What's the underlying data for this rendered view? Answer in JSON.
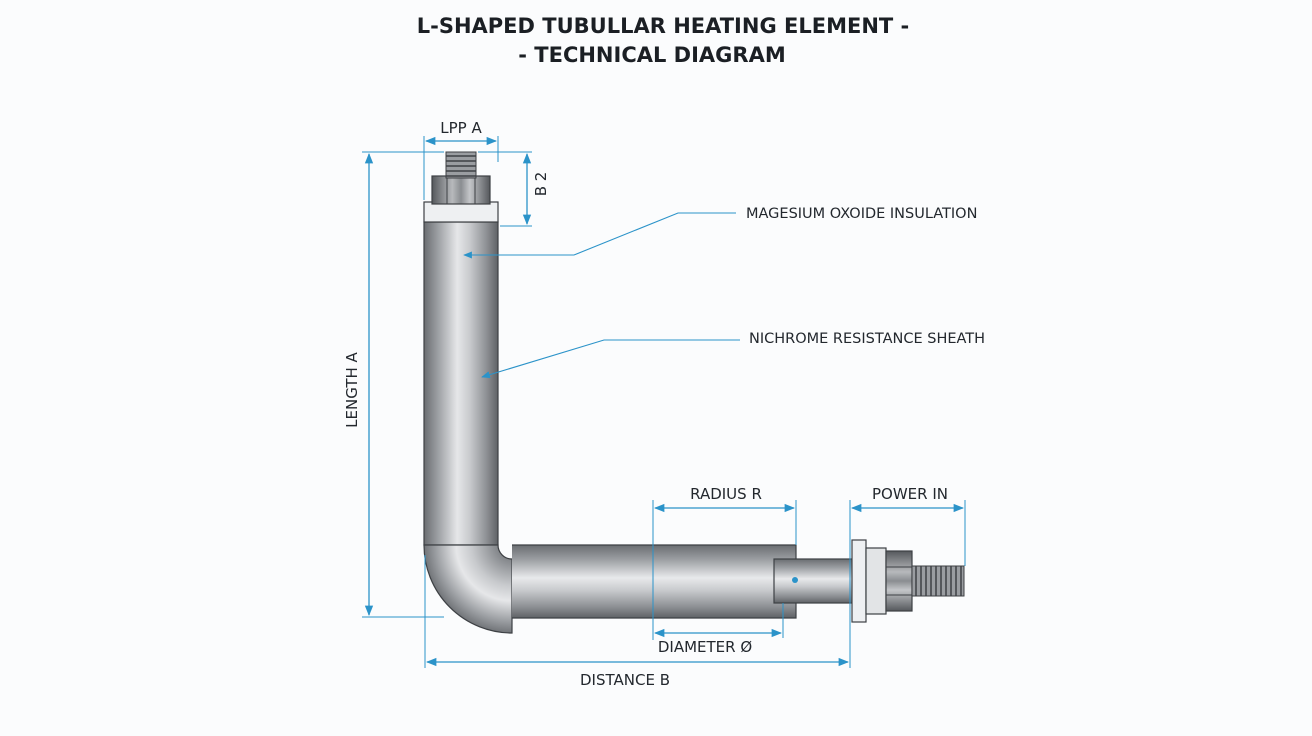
{
  "title": {
    "line1": "L-SHAPED TUBULLAR HEATING ELEMENT -",
    "line2": "- TECHNICAL DIAGRAM"
  },
  "dimensions": {
    "lpp_a": "LPP A",
    "b2": "B 2",
    "length_a": "LENGTH A",
    "radius_r": "RADIUS R",
    "power_in": "POWER IN",
    "diameter": "DIAMETER Ø",
    "distance_b": "DISTANCE B"
  },
  "callouts": {
    "insulation": "MAGESIUM OXOIDE INSULATION",
    "sheath": "NICHROME RESISTANCE SHEATH"
  },
  "colors": {
    "dimension_line": "#2b93c9",
    "metal_dark": "#6d7074",
    "metal_light": "#e9eaec"
  }
}
